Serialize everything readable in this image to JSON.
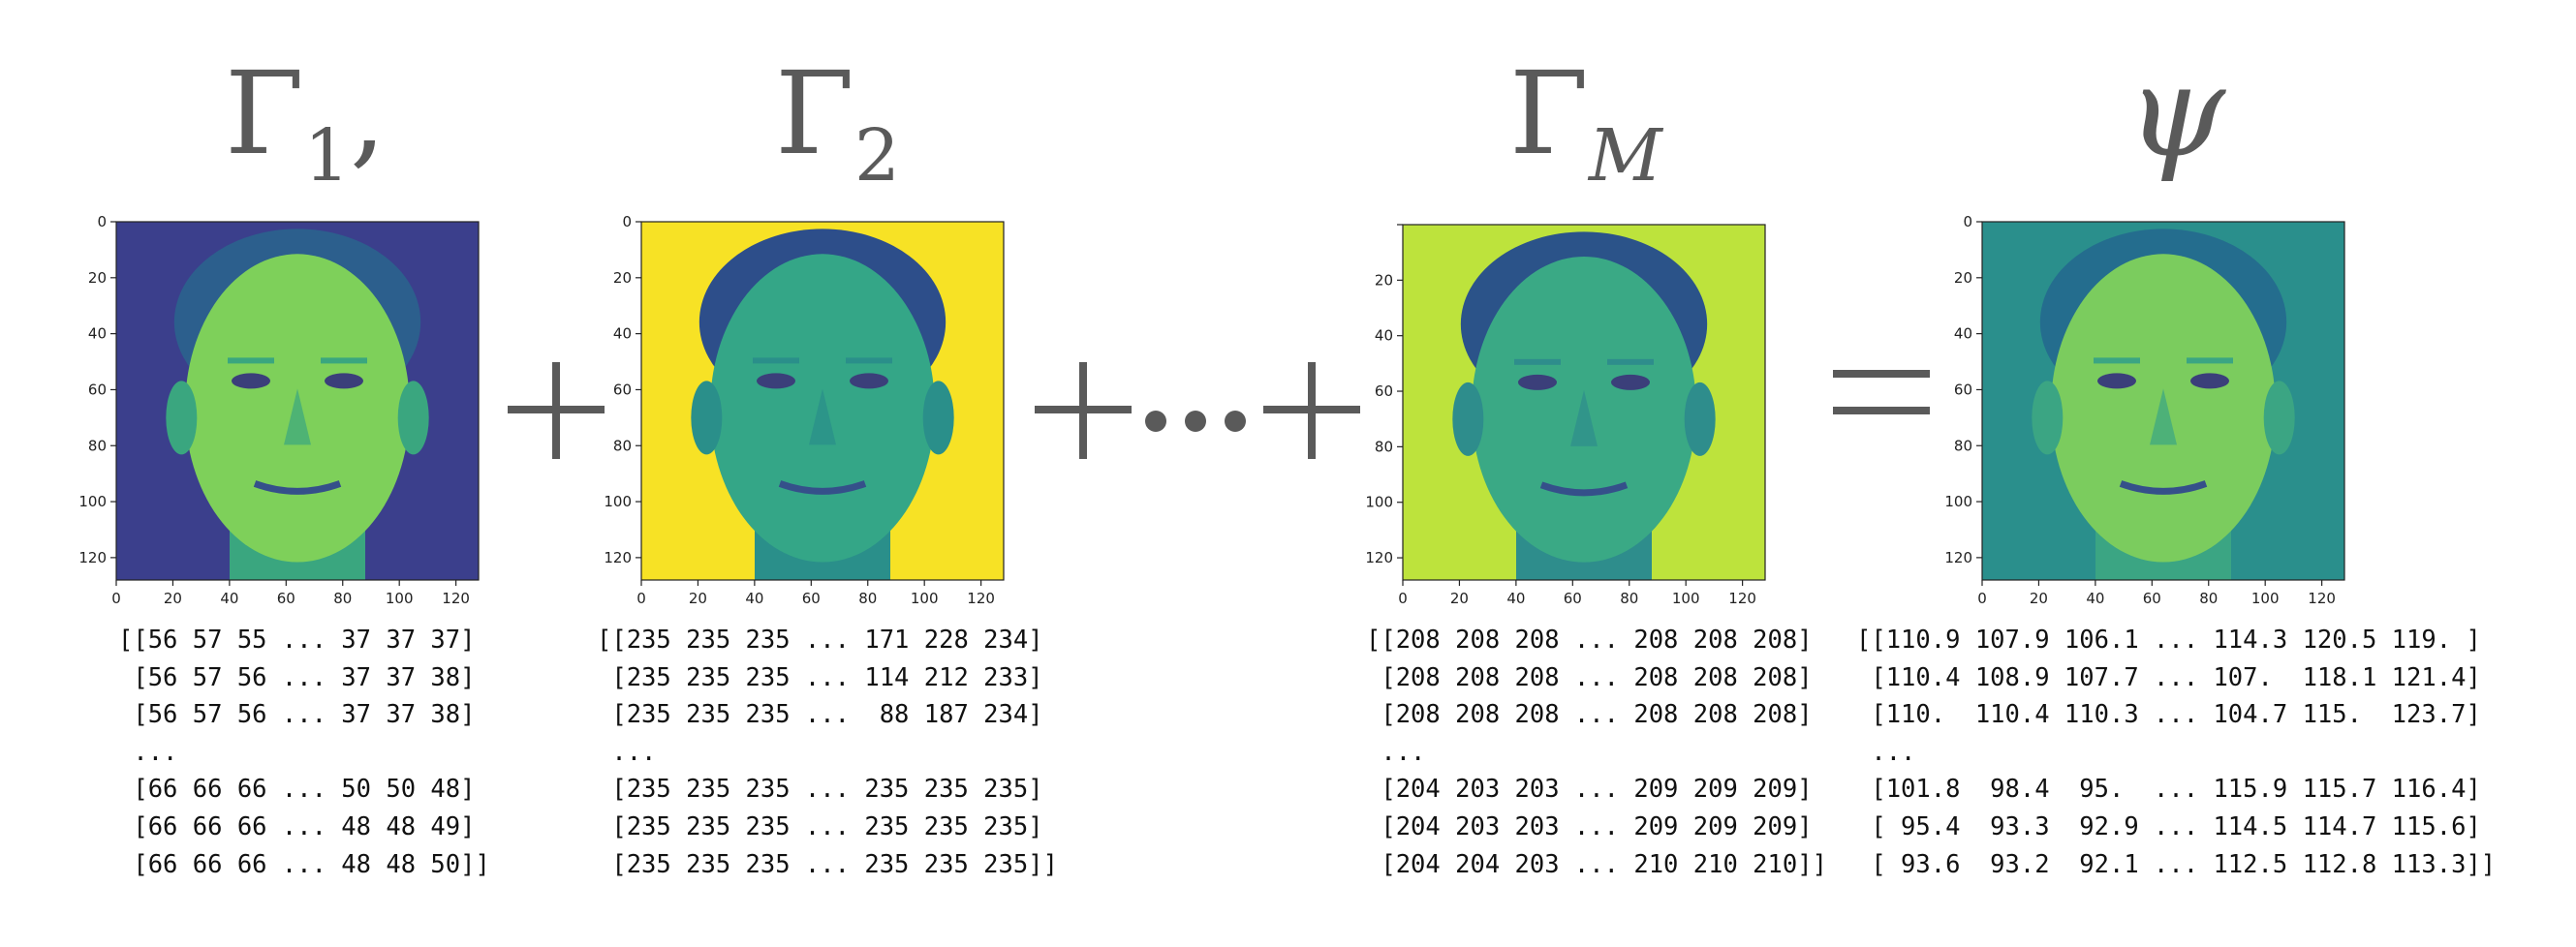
{
  "equation": {
    "terms": [
      {
        "symbol": "Γ",
        "subscript": "1",
        "trailing": ","
      },
      {
        "symbol": "Γ",
        "subscript": "2",
        "trailing": ""
      },
      {
        "symbol": "Γ",
        "subscript": "M",
        "trailing": ""
      },
      {
        "symbol": "ψ",
        "subscript": "",
        "trailing": ""
      }
    ],
    "operators": {
      "plus": "+",
      "equals": "=",
      "ellipsis": "..."
    }
  },
  "axes": {
    "x_ticks": [
      "0",
      "20",
      "40",
      "60",
      "80",
      "100",
      "120"
    ],
    "y_ticks": [
      "0",
      "20",
      "40",
      "60",
      "80",
      "100",
      "120"
    ],
    "y_ticks_gm": [
      "",
      "20",
      "40",
      "60",
      "80",
      "100",
      "120"
    ]
  },
  "matrices": [
    [
      "[[56 57 55 ... 37 37 37]",
      " [56 57 56 ... 37 37 38]",
      " [56 57 56 ... 37 37 38]",
      " ...",
      " [66 66 66 ... 50 50 48]",
      " [66 66 66 ... 48 48 49]",
      " [66 66 66 ... 48 48 50]]"
    ],
    [
      "[[235 235 235 ... 171 228 234]",
      " [235 235 235 ... 114 212 233]",
      " [235 235 235 ...  88 187 234]",
      " ...",
      " [235 235 235 ... 235 235 235]",
      " [235 235 235 ... 235 235 235]",
      " [235 235 235 ... 235 235 235]]"
    ],
    [
      "[[208 208 208 ... 208 208 208]",
      " [208 208 208 ... 208 208 208]",
      " [208 208 208 ... 208 208 208]",
      " ...",
      " [204 203 203 ... 209 209 209]",
      " [204 203 203 ... 209 209 209]",
      " [204 204 203 ... 210 210 210]]"
    ],
    [
      "[[110.9 107.9 106.1 ... 114.3 120.5 119. ]",
      " [110.4 108.9 107.7 ... 107.  118.1 121.4]",
      " [110.  110.4 110.3 ... 104.7 115.  123.7]",
      " ...",
      " [101.8  98.4  95.  ... 115.9 115.7 116.4]",
      " [ 95.4  93.3  92.9 ... 114.5 114.7 115.6]",
      " [ 93.6  93.2  92.1 ... 112.5 112.8 113.3]]"
    ]
  ],
  "colors": {
    "viridis_dark": "#3b3f8c",
    "viridis_mid": "#2a9a88",
    "viridis_bright": "#bde33c",
    "viridis_yellow": "#f7e225",
    "symbol_gray": "#5a5a5a"
  }
}
